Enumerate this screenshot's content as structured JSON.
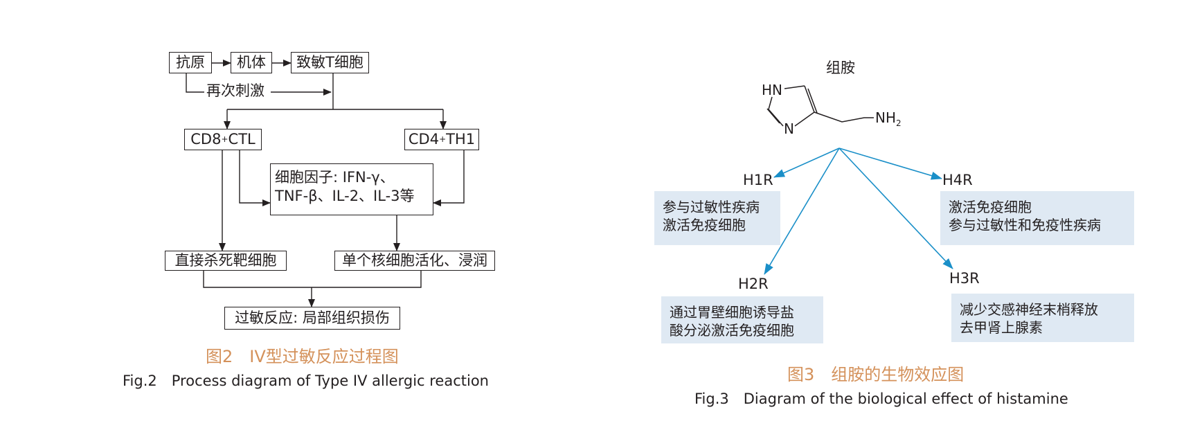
{
  "fig2": {
    "nodes": {
      "antigen": "抗原",
      "body": "机体",
      "sensitized_t": "致敏T细胞",
      "restim": "再次刺激",
      "cd8_base": "CD8",
      "cd8_sup": "+",
      "cd8_tail": "CTL",
      "cd4_base": "CD4",
      "cd4_sup": "+",
      "cd4_tail": "TH1",
      "cytokines_line1": "细胞因子: IFN-γ、",
      "cytokines_line2": "TNF-β、IL-2、IL-3等",
      "direct_kill": "直接杀死靶细胞",
      "mono_infiltration": "单个核细胞活化、浸润",
      "allergic_response": "过敏反应: 局部组织损伤"
    },
    "caption_cn": "图2　IV型过敏反应过程图",
    "caption_en": "Fig.2　Process diagram of Type IV allergic reaction"
  },
  "fig3": {
    "title": "组胺",
    "molecule": {
      "hn": "HN",
      "n": "N",
      "nh2_base": "NH",
      "nh2_sub": "2"
    },
    "receptors": [
      {
        "name": "H1R",
        "effects": [
          "参与过敏性疾病",
          "激活免疫细胞"
        ]
      },
      {
        "name": "H2R",
        "effects": [
          "通过胃壁细胞诱导盐",
          "酸分泌激活免疫细胞"
        ]
      },
      {
        "name": "H4R",
        "effects": [
          "激活免疫细胞",
          "参与过敏性和免疫性疾病"
        ]
      },
      {
        "name": "H3R",
        "effects": [
          "减少交感神经末梢释放",
          "去甲肾上腺素"
        ]
      }
    ],
    "arrow_color": "#1a8fc8",
    "panel_color": "#dfe9f3",
    "caption_cn": "图3　组胺的生物效应图",
    "caption_en": "Fig.3　Diagram of the biological effect of histamine"
  },
  "colors": {
    "caption_cn": "#d4915a",
    "line": "#231f20"
  }
}
